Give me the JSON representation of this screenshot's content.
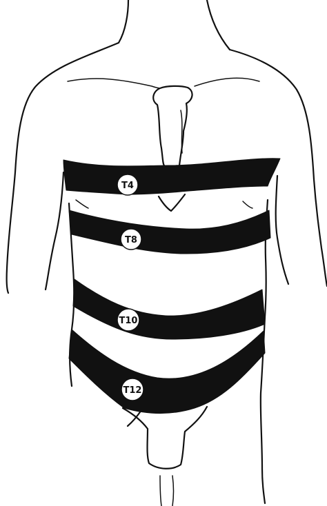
{
  "figure": {
    "background_color": "#ffffff",
    "band_color": "#111111",
    "outline_color": "#111111",
    "labels": {
      "t4": "T4",
      "t8": "T8",
      "t10": "T10",
      "t12": "T12"
    }
  }
}
